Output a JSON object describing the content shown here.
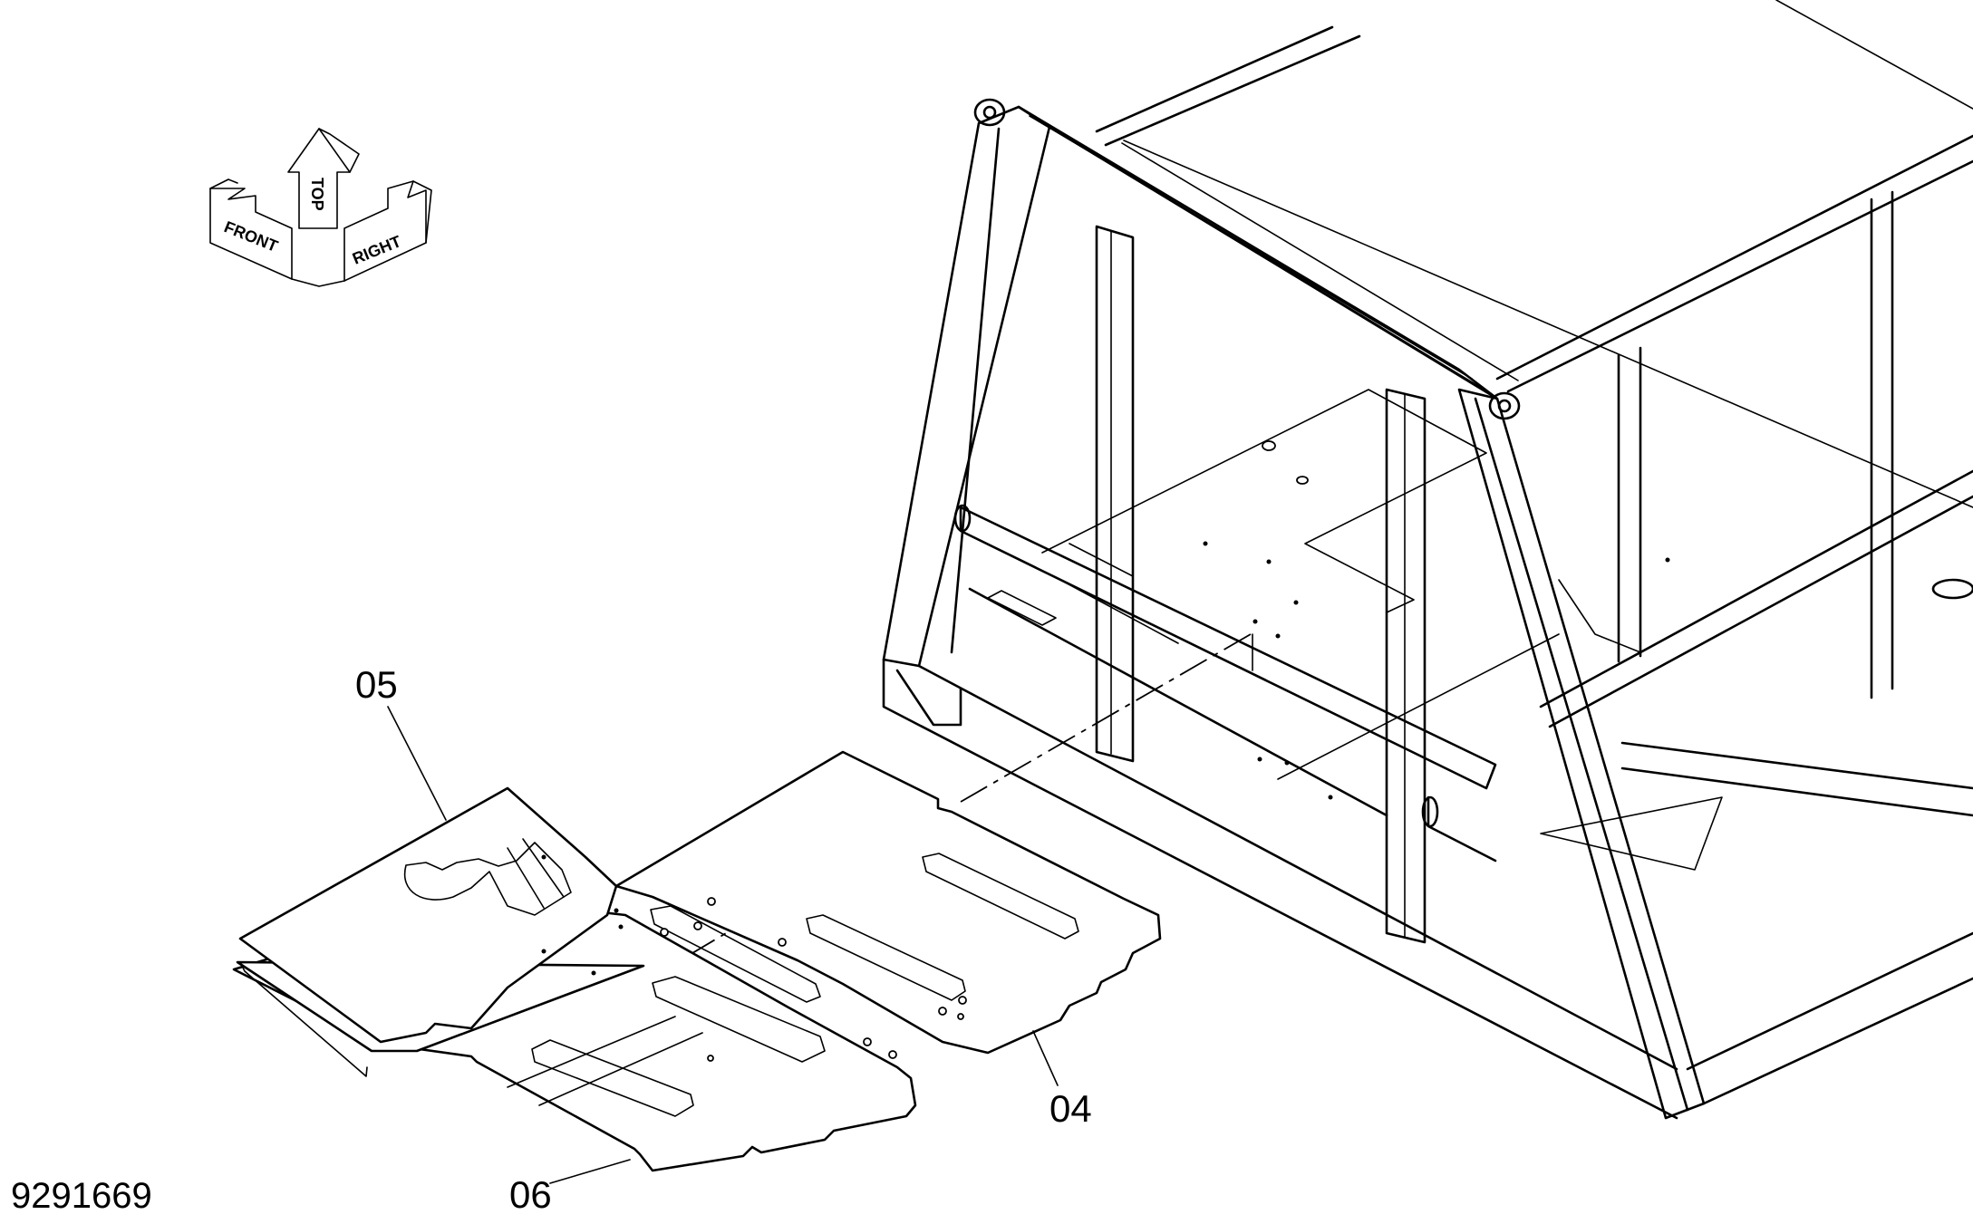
{
  "drawing_number": "9291669",
  "orientation_indicator": {
    "front_label": "FRONT",
    "top_label": "TOP",
    "right_label": "RIGHT"
  },
  "callouts": [
    {
      "id": "04",
      "label": "04"
    },
    {
      "id": "05",
      "label": "05"
    },
    {
      "id": "06",
      "label": "06"
    }
  ]
}
